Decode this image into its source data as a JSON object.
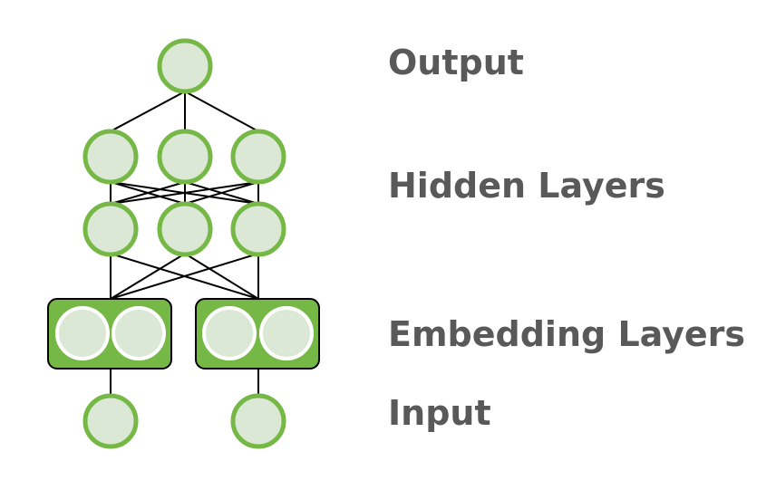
{
  "diagram": {
    "labels": {
      "output": "Output",
      "hidden": "Hidden Layers",
      "embedding": "Embedding Layers",
      "input": "Input"
    },
    "colors": {
      "node_fill": "#dbe8d5",
      "node_stroke": "#76b845",
      "embedding_fill": "#76b845",
      "embedding_inner_stroke": "#ffffff",
      "edge": "#000000",
      "label_text": "#595959"
    }
  }
}
